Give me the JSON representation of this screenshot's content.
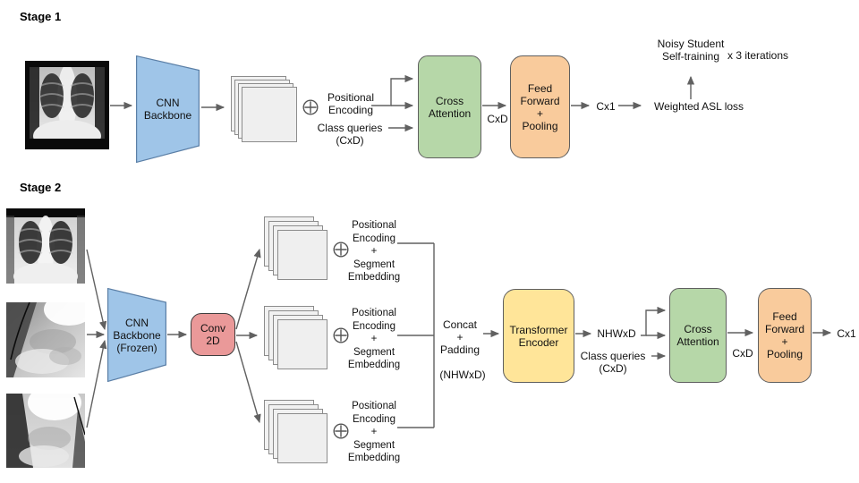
{
  "stage1": {
    "title": "Stage 1",
    "backbone_label": "CNN\nBackbone",
    "positional_encoding_label": "Positional\nEncoding",
    "class_queries_label": "Class queries\n(CxD)",
    "cross_attention_label": "Cross\nAttention",
    "cxd_label": "CxD",
    "feed_forward_label": "Feed\nForward\n+\nPooling",
    "cx1_label": "Cx1",
    "weighted_asl_label": "Weighted ASL loss",
    "noisy_student_label": "Noisy Student\nSelf-training",
    "iterations_label": "x 3 iterations"
  },
  "stage2": {
    "title": "Stage 2",
    "backbone_label": "CNN\nBackbone\n(Frozen)",
    "conv_label": "Conv\n2D",
    "pos_seg_labels": [
      "Positional\nEncoding\n+\nSegment\nEmbedding",
      "Positional\nEncoding\n+\nSegment\nEmbedding",
      "Positional\nEncoding\n+\nSegment\nEmbedding"
    ],
    "concat_label": "Concat\n+\nPadding",
    "concat_dim_label": "(NHWxD)",
    "transformer_label": "Transformer\nEncoder",
    "nhwxd_label": "NHWxD",
    "class_queries_label": "Class queries\n(CxD)",
    "cross_attention_label": "Cross\nAttention",
    "cxd_label": "CxD",
    "feed_forward_label": "Feed\nForward\n+\nPooling",
    "cx1_label": "Cx1"
  },
  "icons": {
    "plus_circle": "⊕"
  },
  "colors": {
    "backbone_blue": "#9fc5e8",
    "cross_attention_green": "#b6d7a8",
    "feed_forward_orange": "#f9cb9c",
    "transformer_yellow": "#ffe599",
    "conv_red": "#ea9999",
    "arrow_gray": "#616161",
    "feature_map_gray": "#f1f1f1"
  }
}
